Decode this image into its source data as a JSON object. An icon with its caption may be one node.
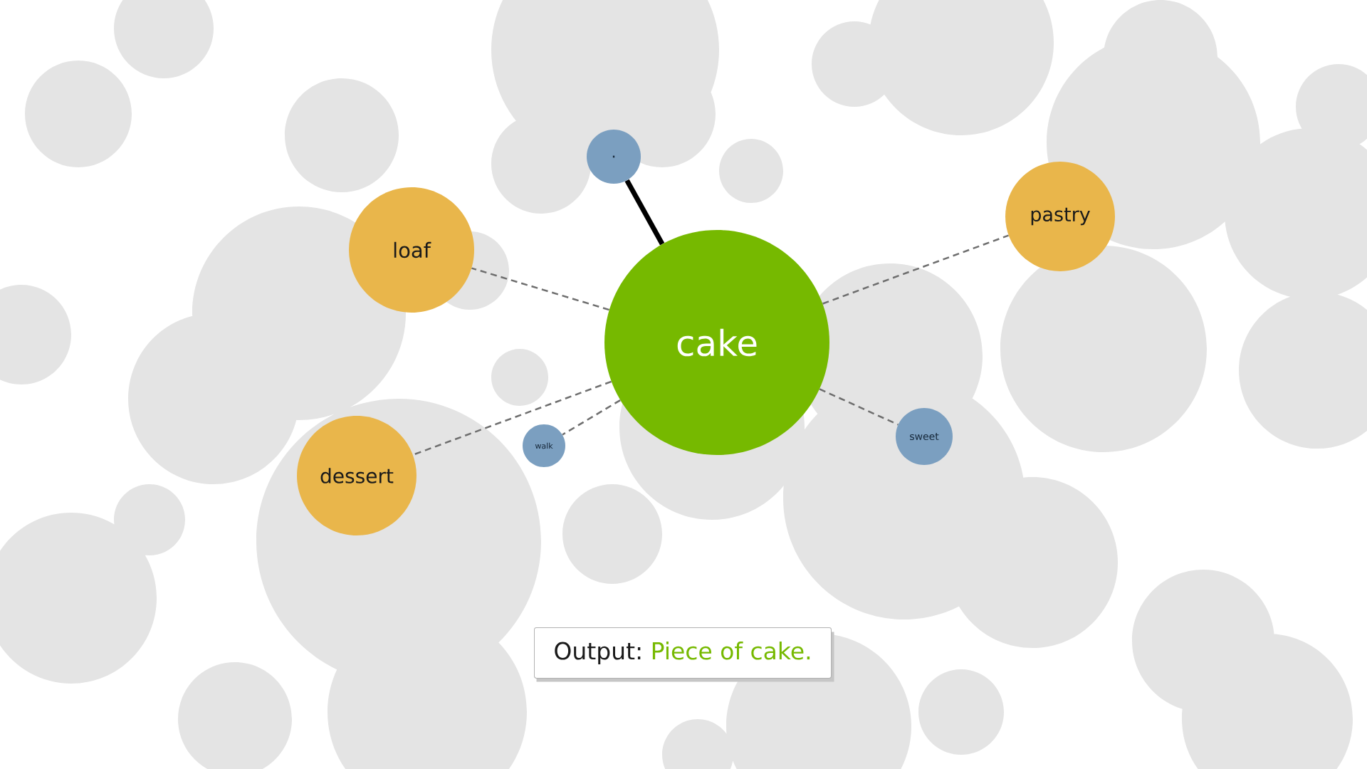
{
  "diagram": {
    "nodes": [
      {
        "text": [
          "cake"
        ]
      },
      {
        "text": [
          "."
        ]
      },
      {
        "text": [
          "loaf"
        ]
      },
      {
        "text": [
          "pastry"
        ]
      },
      {
        "text": [
          "dessert"
        ]
      },
      {
        "text": [
          "walk"
        ]
      },
      {
        "text": [
          "sweet"
        ]
      },
      {
        "text": [
          "Output:",
          "Piece of cake."
        ]
      }
    ],
    "edges": [
      {
        "from": 0,
        "to": 1,
        "arrow": "none",
        "style": "thick",
        "color": "#000000"
      },
      {
        "from": 0,
        "to": 2,
        "arrow": "none",
        "style": "dashed"
      },
      {
        "from": 0,
        "to": 3,
        "arrow": "none",
        "style": "dashed"
      },
      {
        "from": 0,
        "to": 4,
        "arrow": "none",
        "style": "dashed"
      },
      {
        "from": 0,
        "to": 5,
        "arrow": "none",
        "style": "dashed"
      },
      {
        "from": 0,
        "to": 6,
        "arrow": "none",
        "style": "dashed"
      }
    ]
  }
}
